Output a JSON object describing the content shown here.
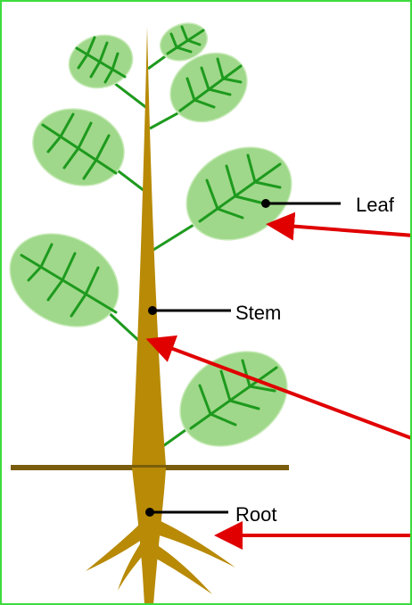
{
  "labels": {
    "leaf": "Leaf",
    "stem": "Stem",
    "root": "Root"
  },
  "colors": {
    "border": "#3ddc3d",
    "leaf_fill": "#9fd88a",
    "leaf_vein": "#1e9a1e",
    "stem": "#b88a06",
    "ground": "#7a5d0c",
    "arrow": "#e00000",
    "pointer": "#000000"
  }
}
